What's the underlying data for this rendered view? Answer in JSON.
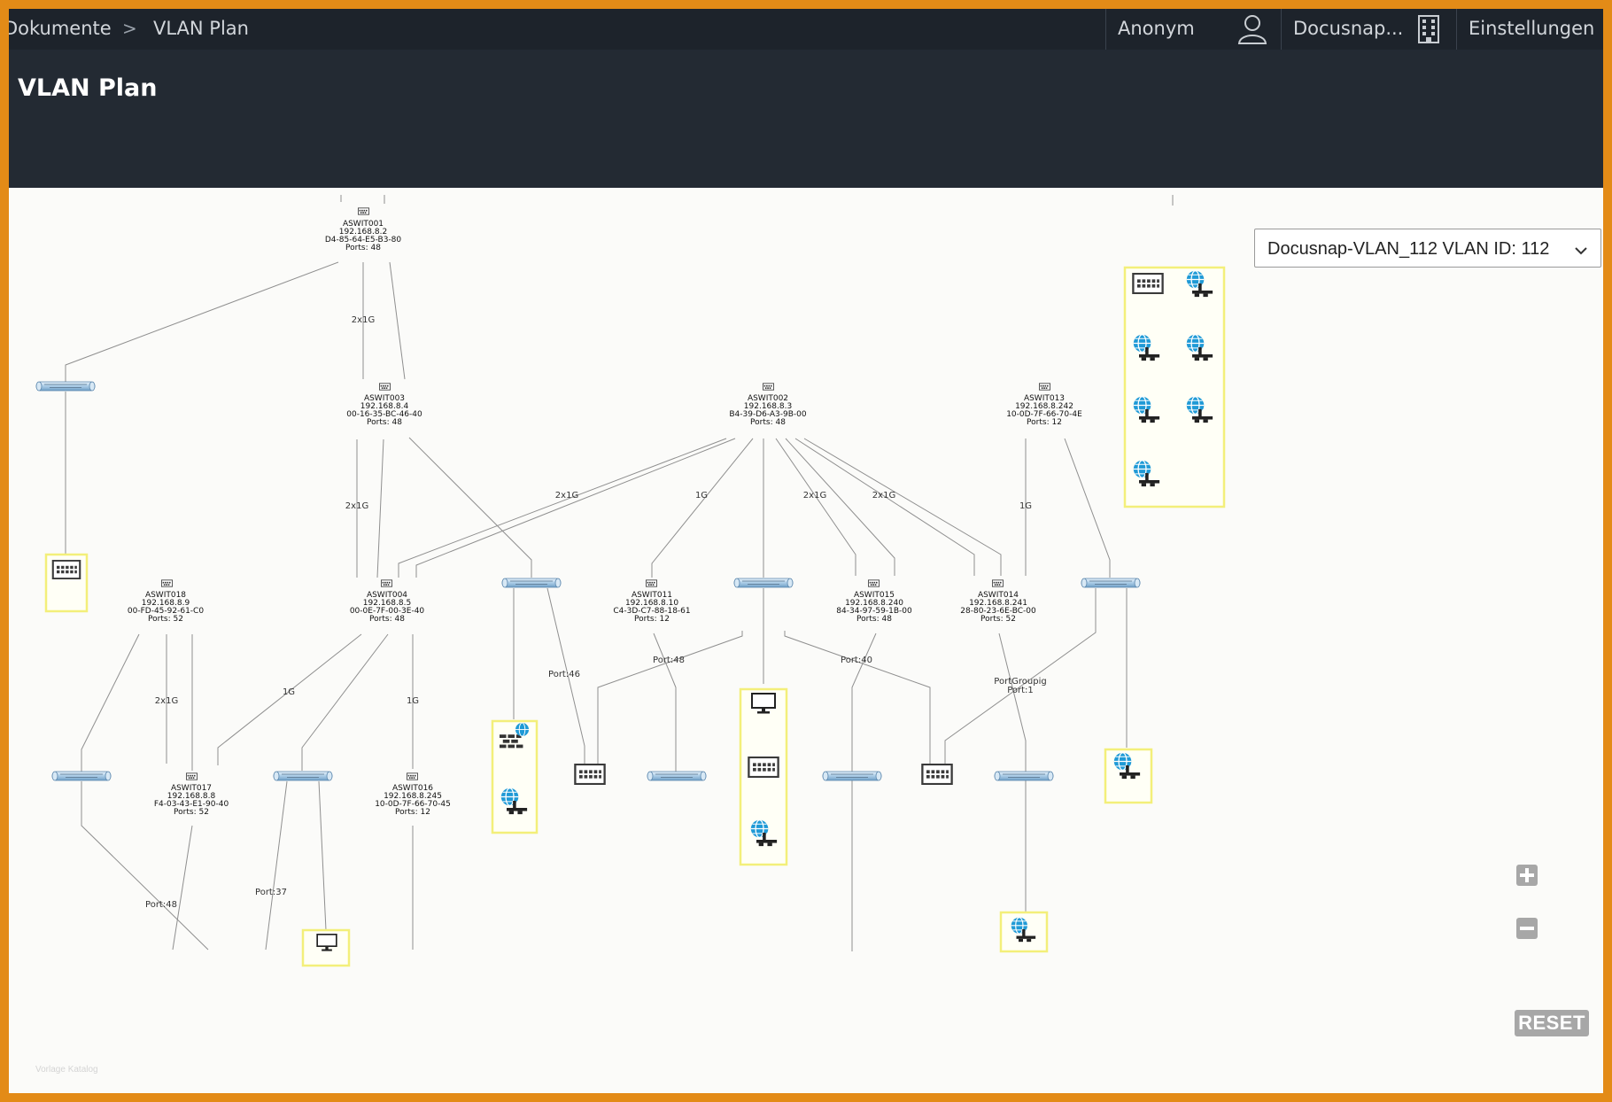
{
  "nav": {
    "breadcrumb_documents": "Dokumente",
    "breadcrumb_separator": ">",
    "breadcrumb_current": "VLAN Plan",
    "user": "Anonym",
    "tenant": "Docusnap...",
    "settings": "Einstellungen"
  },
  "page": {
    "title": "VLAN Plan"
  },
  "vlan_selector": {
    "value": "Docusnap-VLAN_112 VLAN ID: 112"
  },
  "zoom": {
    "reset_label": "RESET"
  },
  "watermark": "Vorlage Katalog",
  "colors": {
    "frame_border": "#e38b17",
    "navbar": "#1d232b",
    "header": "#232a33",
    "canvas": "#fbfbf9",
    "highlight_box": "#f3ef7a",
    "vlan_pipe": "#a9cbe6",
    "globe": "#1f9ad6",
    "edge": "#8f8f8f"
  },
  "diagram": {
    "switches": [
      {
        "id": "s1",
        "name": "ASWIT001",
        "ip": "192.168.8.2",
        "mac": "D4-85-64-E5-B3-80",
        "ports": "Ports: 48"
      },
      {
        "id": "s3",
        "name": "ASWIT003",
        "ip": "192.168.8.4",
        "mac": "00-16-35-BC-46-40",
        "ports": "Ports: 48"
      },
      {
        "id": "s2",
        "name": "ASWIT002",
        "ip": "192.168.8.3",
        "mac": "B4-39-D6-A3-9B-00",
        "ports": "Ports: 48"
      },
      {
        "id": "s13",
        "name": "ASWIT013",
        "ip": "192.168.8.242",
        "mac": "10-0D-7F-66-70-4E",
        "ports": "Ports: 12"
      },
      {
        "id": "s18",
        "name": "ASWIT018",
        "ip": "192.168.8.9",
        "mac": "00-FD-45-92-61-C0",
        "ports": "Ports: 52"
      },
      {
        "id": "s4",
        "name": "ASWIT004",
        "ip": "192.168.8.5",
        "mac": "00-0E-7F-00-3E-40",
        "ports": "Ports: 48"
      },
      {
        "id": "s11",
        "name": "ASWIT011",
        "ip": "192.168.8.10",
        "mac": "C4-3D-C7-88-18-61",
        "ports": "Ports: 12"
      },
      {
        "id": "s15",
        "name": "ASWIT015",
        "ip": "192.168.8.240",
        "mac": "84-34-97-59-1B-00",
        "ports": "Ports: 48"
      },
      {
        "id": "s14",
        "name": "ASWIT014",
        "ip": "192.168.8.241",
        "mac": "28-80-23-6E-BC-00",
        "ports": "Ports: 52"
      },
      {
        "id": "s17",
        "name": "ASWIT017",
        "ip": "192.168.8.8",
        "mac": "F4-03-43-E1-90-40",
        "ports": "Ports: 52"
      },
      {
        "id": "s16",
        "name": "ASWIT016",
        "ip": "192.168.8.245",
        "mac": "10-0D-7F-66-70-45",
        "ports": "Ports: 12"
      }
    ],
    "edge_labels": [
      {
        "id": "e1",
        "text": "2x1G"
      },
      {
        "id": "e2",
        "text": "2x1G"
      },
      {
        "id": "e3",
        "text": "2x1G"
      },
      {
        "id": "e4",
        "text": "1G"
      },
      {
        "id": "e5",
        "text": "2x1G"
      },
      {
        "id": "e6",
        "text": "2x1G"
      },
      {
        "id": "e7",
        "text": "1G"
      },
      {
        "id": "e8",
        "text": "1G"
      },
      {
        "id": "e9",
        "text": "2x1G"
      },
      {
        "id": "e10",
        "text": "1G"
      },
      {
        "id": "e11",
        "text": "Port:46"
      },
      {
        "id": "e12",
        "text": "Port:48"
      },
      {
        "id": "e13",
        "text": "Port:40"
      },
      {
        "id": "e14",
        "text": "PortGroupig"
      },
      {
        "id": "e15",
        "text": "Port:1"
      },
      {
        "id": "e16",
        "text": "Port:37"
      },
      {
        "id": "e17",
        "text": "Port:48"
      }
    ]
  }
}
